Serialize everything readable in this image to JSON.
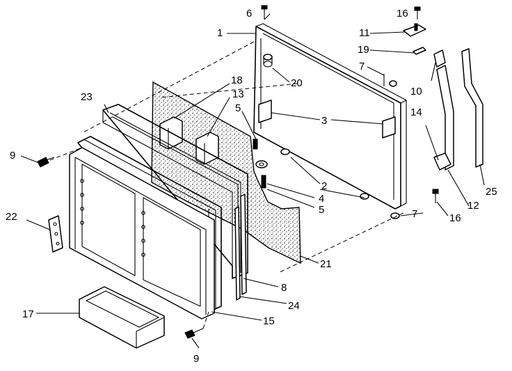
{
  "callouts": [
    {
      "id": "c1",
      "text": "1"
    },
    {
      "id": "c2",
      "text": "2"
    },
    {
      "id": "c3",
      "text": "3"
    },
    {
      "id": "c4",
      "text": "4"
    },
    {
      "id": "c5a",
      "text": "5"
    },
    {
      "id": "c5b",
      "text": "5"
    },
    {
      "id": "c6",
      "text": "6"
    },
    {
      "id": "c7a",
      "text": "7"
    },
    {
      "id": "c7b",
      "text": "7"
    },
    {
      "id": "c8",
      "text": "8"
    },
    {
      "id": "c9a",
      "text": "9"
    },
    {
      "id": "c9b",
      "text": "9"
    },
    {
      "id": "c10",
      "text": "10"
    },
    {
      "id": "c11",
      "text": "11"
    },
    {
      "id": "c12",
      "text": "12"
    },
    {
      "id": "c13",
      "text": "13"
    },
    {
      "id": "c14",
      "text": "14"
    },
    {
      "id": "c15",
      "text": "15"
    },
    {
      "id": "c16a",
      "text": "16"
    },
    {
      "id": "c16b",
      "text": "16"
    },
    {
      "id": "c17",
      "text": "17"
    },
    {
      "id": "c18",
      "text": "18"
    },
    {
      "id": "c19",
      "text": "19"
    },
    {
      "id": "c20",
      "text": "20"
    },
    {
      "id": "c21",
      "text": "21"
    },
    {
      "id": "c22",
      "text": "22"
    },
    {
      "id": "c23",
      "text": "23"
    },
    {
      "id": "c24",
      "text": "24"
    },
    {
      "id": "c25",
      "text": "25"
    }
  ]
}
